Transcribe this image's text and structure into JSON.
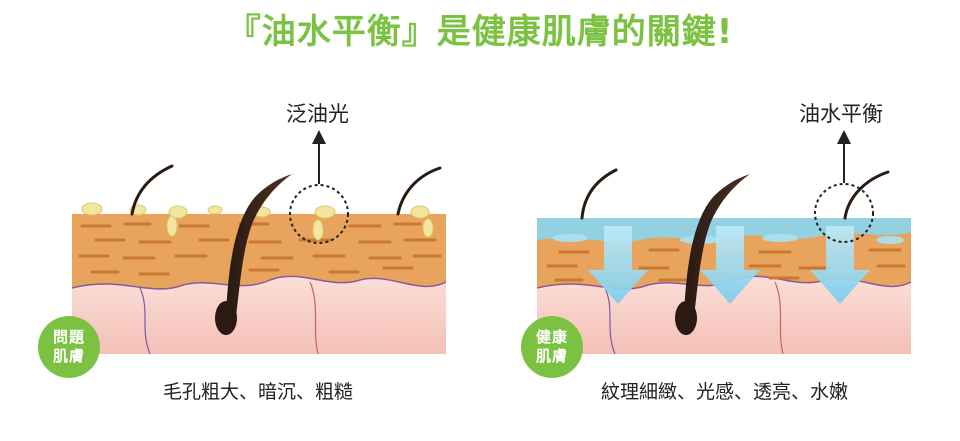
{
  "title": "『油水平衡』是健康肌膚的關鍵!",
  "left_panel": {
    "callout_label": "泛油光",
    "badge_line1": "問題",
    "badge_line2": "肌膚",
    "caption": "毛孔粗大、暗沉、粗糙"
  },
  "right_panel": {
    "callout_label": "油水平衡",
    "badge_line1": "健康",
    "badge_line2": "肌膚",
    "caption": "紋理細緻、光感、透亮、水嫩"
  },
  "colors": {
    "title_green": "#7cc242",
    "skin_orange": "#e8a35c",
    "dermis_pink": "#f6cfc8",
    "water_blue": "#8ad6ef",
    "oil_yellow": "#f3e6a0"
  }
}
